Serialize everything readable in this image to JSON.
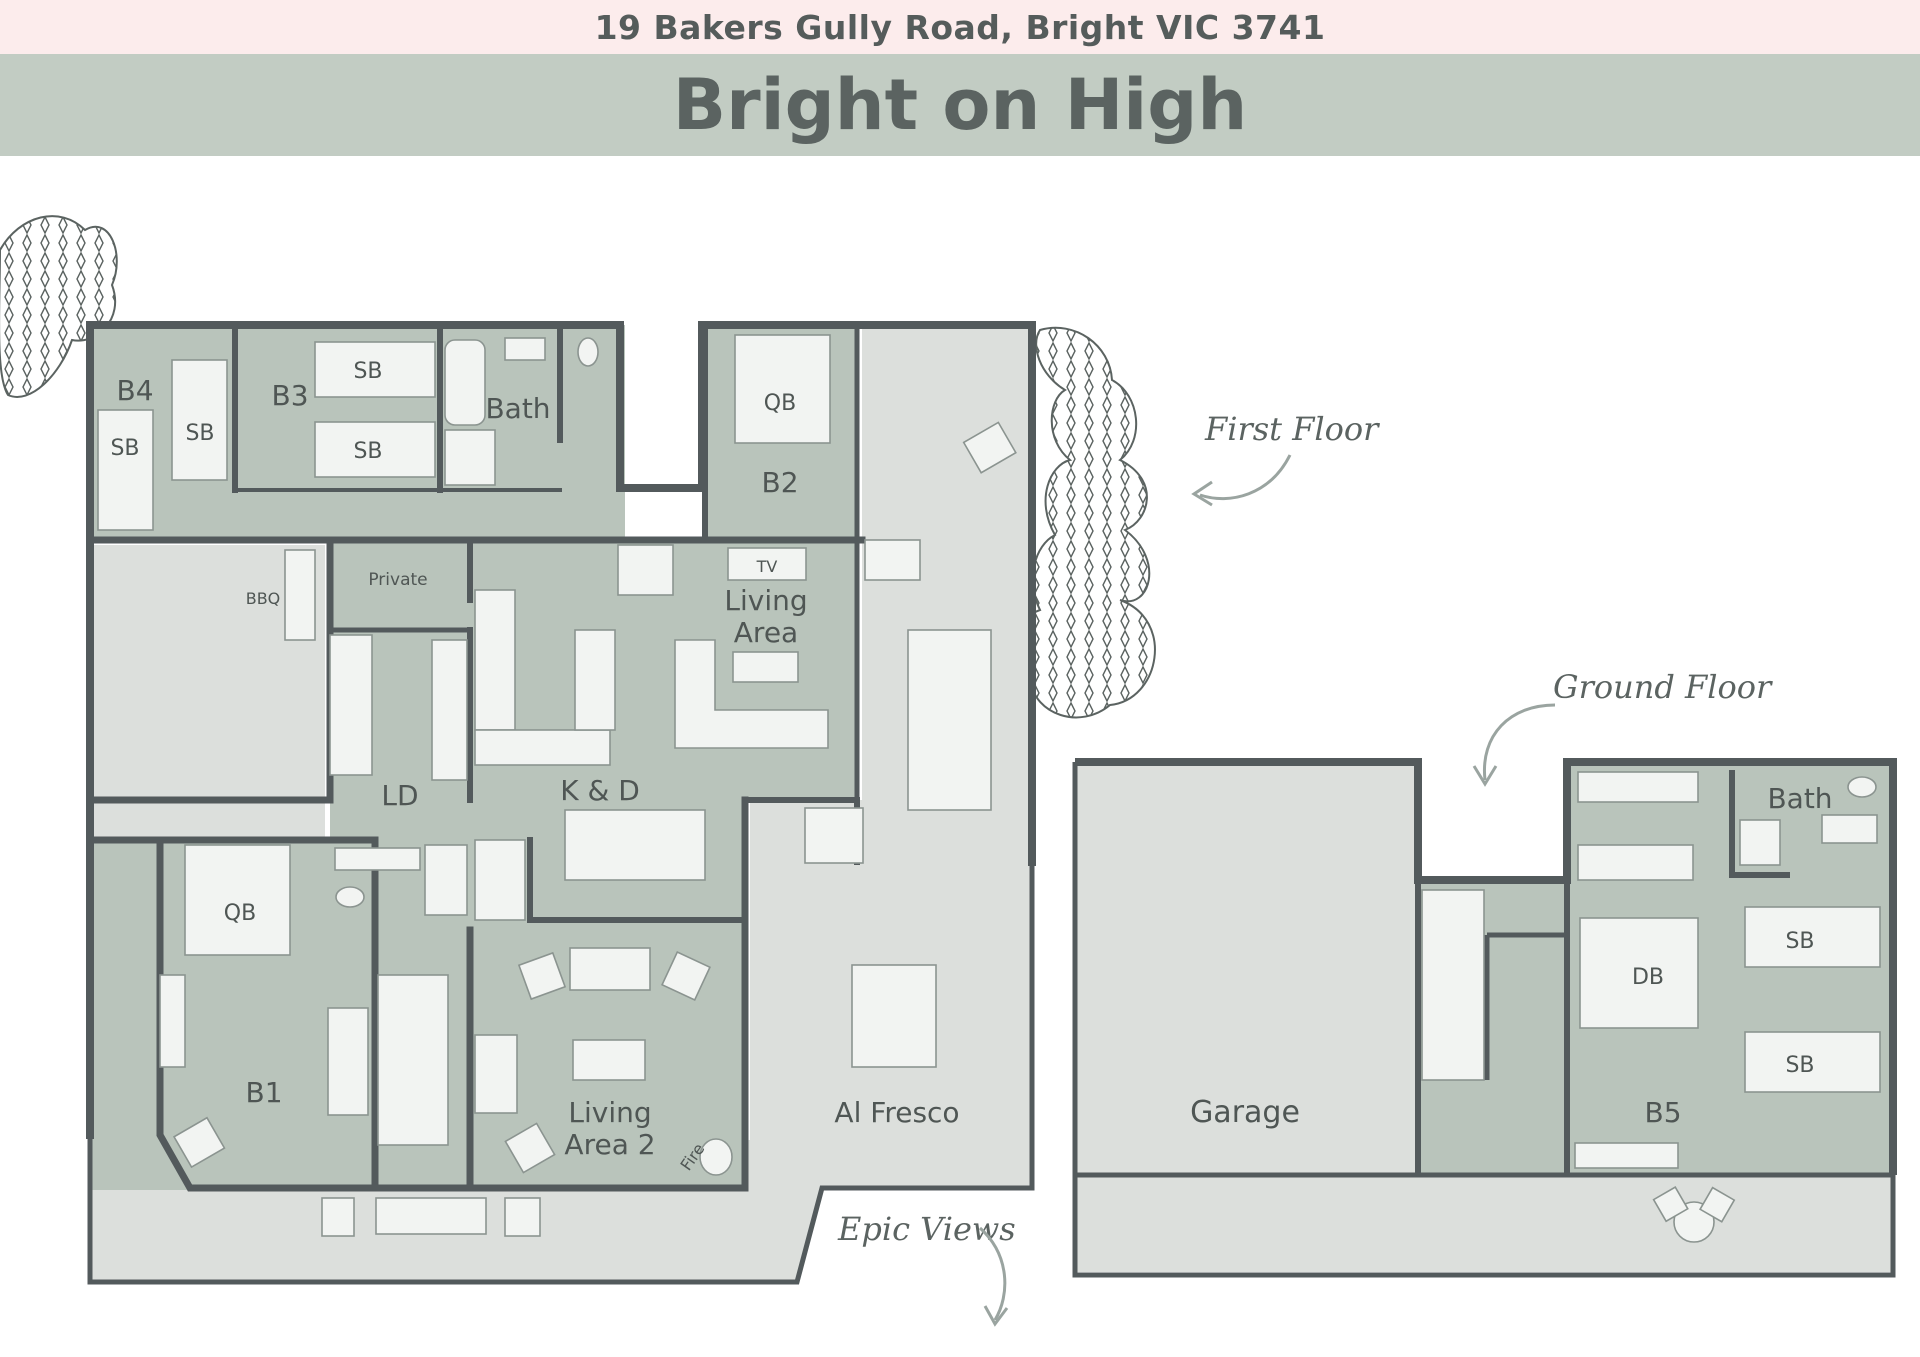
{
  "address": "19 Bakers Gully Road, Bright VIC 3741",
  "title": "Bright on High",
  "colors": {
    "header_pink": "#fcecec",
    "title_band": "#c2ccc3",
    "room_fill": "#b9c4bb",
    "outdoor_fill": "#dcdfdc",
    "wall": "#535a5c",
    "text": "#4f5654"
  },
  "floor_labels": {
    "first_floor": "First Floor",
    "ground_floor": "Ground Floor",
    "epic_views": "Epic Views"
  },
  "first_floor_rooms": {
    "b4": "B4",
    "b3": "B3",
    "bath_upper": "Bath",
    "b2": "B2",
    "private": "Private",
    "bbq": "BBQ",
    "tv": "TV",
    "living_area_line1": "Living",
    "living_area_line2": "Area",
    "ld": "LD",
    "k_and_d": "K & D",
    "b1": "B1",
    "living_area2_line1": "Living",
    "living_area2_line2": "Area 2",
    "fire": "Fire",
    "al_fresco": "Al Fresco"
  },
  "beds_first_floor": {
    "b4_bed1": "SB",
    "b4_bed2": "SB",
    "b3_bed1": "SB",
    "b3_bed2": "SB",
    "b2_bed": "QB",
    "b1_bed": "QB"
  },
  "ground_floor_rooms": {
    "garage": "Garage",
    "bath": "Bath",
    "b5": "B5"
  },
  "beds_ground_floor": {
    "b5_double": "DB",
    "b5_single1": "SB",
    "b5_single2": "SB"
  }
}
